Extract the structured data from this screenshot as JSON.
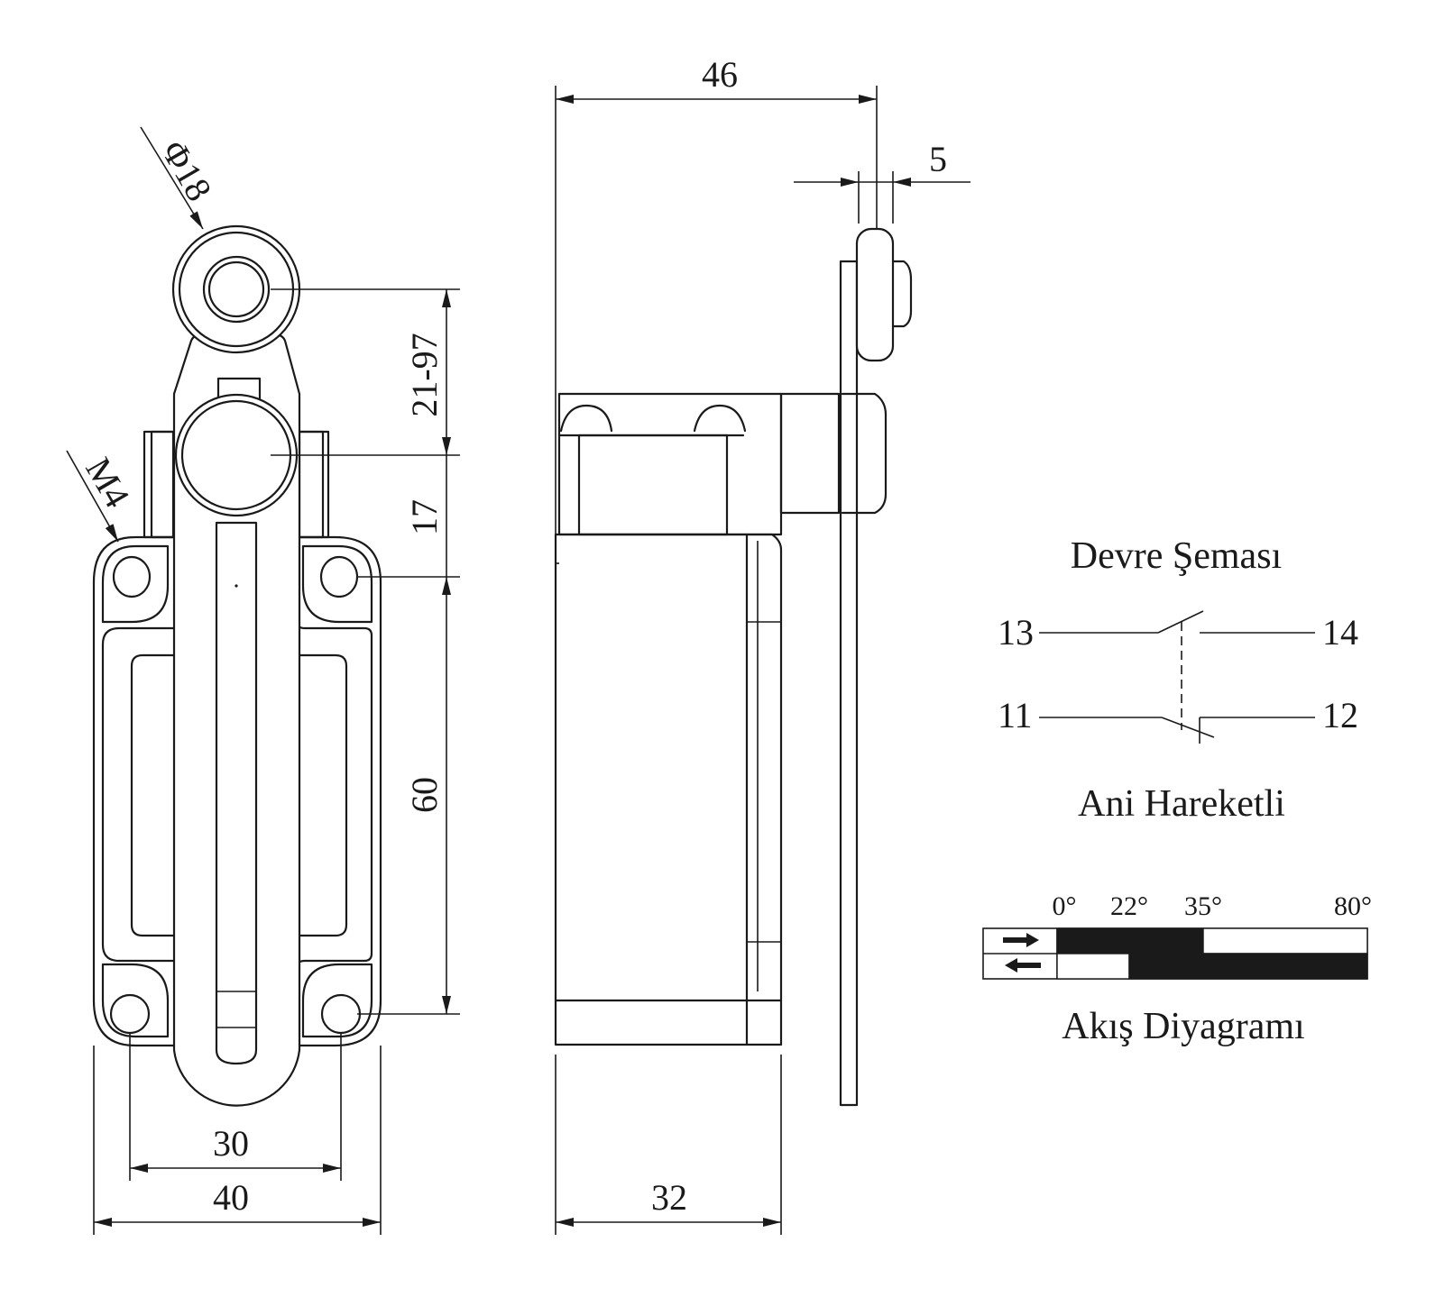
{
  "front_view": {
    "dim_roller_diameter": "Φ18",
    "dim_thread": "M4",
    "dim_lever_range": "21-97",
    "dim_shaft_to_hole": "17",
    "dim_hole_spacing_vertical": "60",
    "dim_hole_spacing_horizontal": "30",
    "dim_body_width": "40"
  },
  "side_view": {
    "dim_total_depth": "46",
    "dim_roller_width": "5",
    "dim_body_depth": "32"
  },
  "circuit": {
    "title": "Devre Şeması",
    "terminal_13": "13",
    "terminal_14": "14",
    "terminal_11": "11",
    "terminal_12": "12",
    "subtitle": "Ani Hareketli"
  },
  "flow_diagram": {
    "title": "Akış Diyagramı",
    "angles": [
      "0°",
      "22°",
      "35°",
      "80°"
    ],
    "row_forward": [
      {
        "from": 0,
        "to": 35,
        "state": "closed"
      },
      {
        "from": 35,
        "to": 80,
        "state": "open"
      }
    ],
    "row_return": [
      {
        "from": 0,
        "to": 22,
        "state": "open"
      },
      {
        "from": 22,
        "to": 80,
        "state": "closed"
      }
    ],
    "colors": {
      "closed": "#1a1a1a",
      "open": "#ffffff"
    }
  }
}
